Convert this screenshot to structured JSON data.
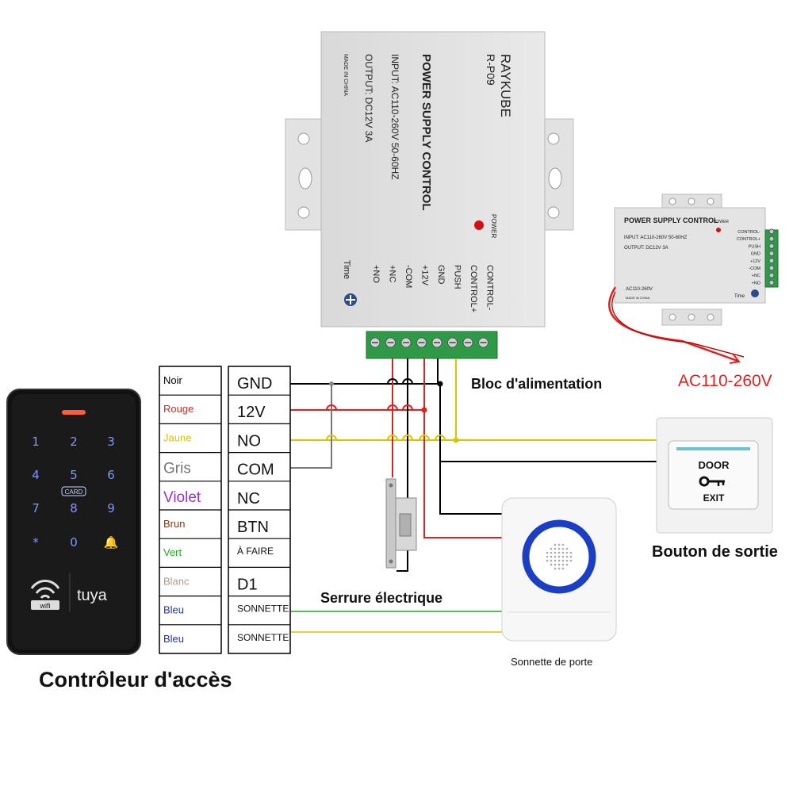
{
  "psu_main": {
    "brand": "RAYKUBE",
    "model": "R-P09",
    "title": "POWER SUPPLY CONTROL",
    "input": "INPUT: AC110-260V 50-60HZ",
    "output": "OUTPUT: DC12V  3A",
    "made_in": "MADE IN CHINA",
    "power_led_label": "POWER",
    "time_label": "Time",
    "terminals": [
      "+NO",
      "+NC",
      "-COM",
      "+12V",
      "GND",
      "PUSH",
      "CONTROL+",
      "CONTROL-"
    ]
  },
  "psu_small": {
    "title": "POWER SUPPLY CONTROL",
    "input": "INPUT: AC110-260V 50-60HZ",
    "output": "OUTPUT: DC12V  3A",
    "power_label": "POWER",
    "ac_label": "AC110-260V",
    "made_in": "MADE IN CHINA",
    "time_label": "Time",
    "terminals": [
      "CONTROL-",
      "CONTROL+",
      "PUSH",
      "GND",
      "+12V",
      "-COM",
      "+NC",
      "+NO"
    ]
  },
  "labels": {
    "power_block": "Bloc d'alimentation",
    "ac_input": "AC110-260V",
    "exit_button": "Bouton de sortie",
    "electric_lock": "Serrure électrique",
    "doorbell": "Sonnette de porte",
    "access_controller": "Contrôleur d'accès"
  },
  "exit_button": {
    "line1": "DOOR",
    "line2": "EXIT"
  },
  "keypad": {
    "keys": [
      "1",
      "2",
      "3",
      "4",
      "5",
      "6",
      "7",
      "8",
      "9",
      "*",
      "0",
      "🔔"
    ],
    "card_label": "CARD",
    "wifi_label": "wifi",
    "brand": "tuya"
  },
  "wire_table": [
    {
      "color_name": "Noir",
      "color": "#000000",
      "terminal": "GND"
    },
    {
      "color_name": "Rouge",
      "color": "#e02020",
      "terminal": "12V"
    },
    {
      "color_name": "Jaune",
      "color": "#d8c400",
      "terminal": "NO"
    },
    {
      "color_name": "Gris",
      "color": "#777777",
      "terminal": "COM"
    },
    {
      "color_name": "Violet",
      "color": "#9b2fc9",
      "terminal": "NC"
    },
    {
      "color_name": "Brun",
      "color": "#7a3a1a",
      "terminal": "BTN"
    },
    {
      "color_name": "Vert",
      "color": "#22aa22",
      "terminal": "À FAIRE"
    },
    {
      "color_name": "Blanc",
      "color": "#b09a90",
      "terminal": "D1"
    },
    {
      "color_name": "Bleu",
      "color": "#2233aa",
      "terminal": "SONNETTE"
    },
    {
      "color_name": "Bleu",
      "color": "#2233aa",
      "terminal": "SONNETTE"
    }
  ]
}
